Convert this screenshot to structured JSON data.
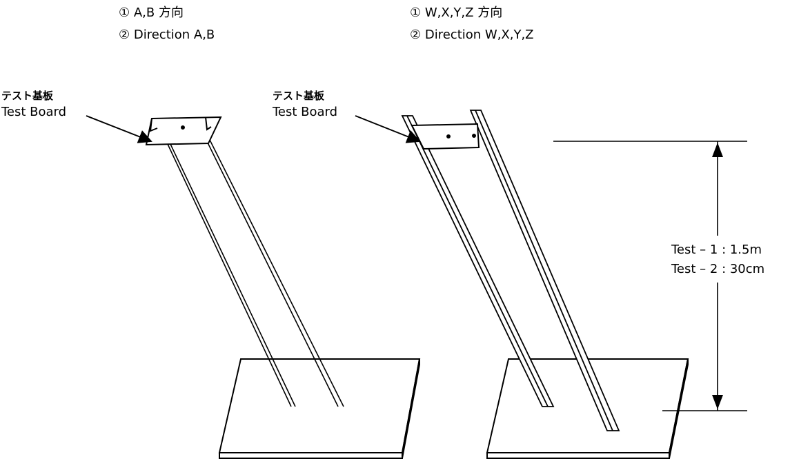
{
  "left_heading": {
    "line1": "① A,B 方向",
    "line2": "② Direction A,B"
  },
  "right_heading": {
    "line1": "① W,X,Y,Z 方向",
    "line2": "② Direction W,X,Y,Z"
  },
  "left_fixture": {
    "label_jp": "テスト基板",
    "label_en": "Test Board"
  },
  "right_fixture": {
    "label_jp": "テスト基板",
    "label_en": "Test Board"
  },
  "drop_height": {
    "test1": "Test – 1 : 1.5m",
    "test2": "Test – 2 : 30cm"
  }
}
